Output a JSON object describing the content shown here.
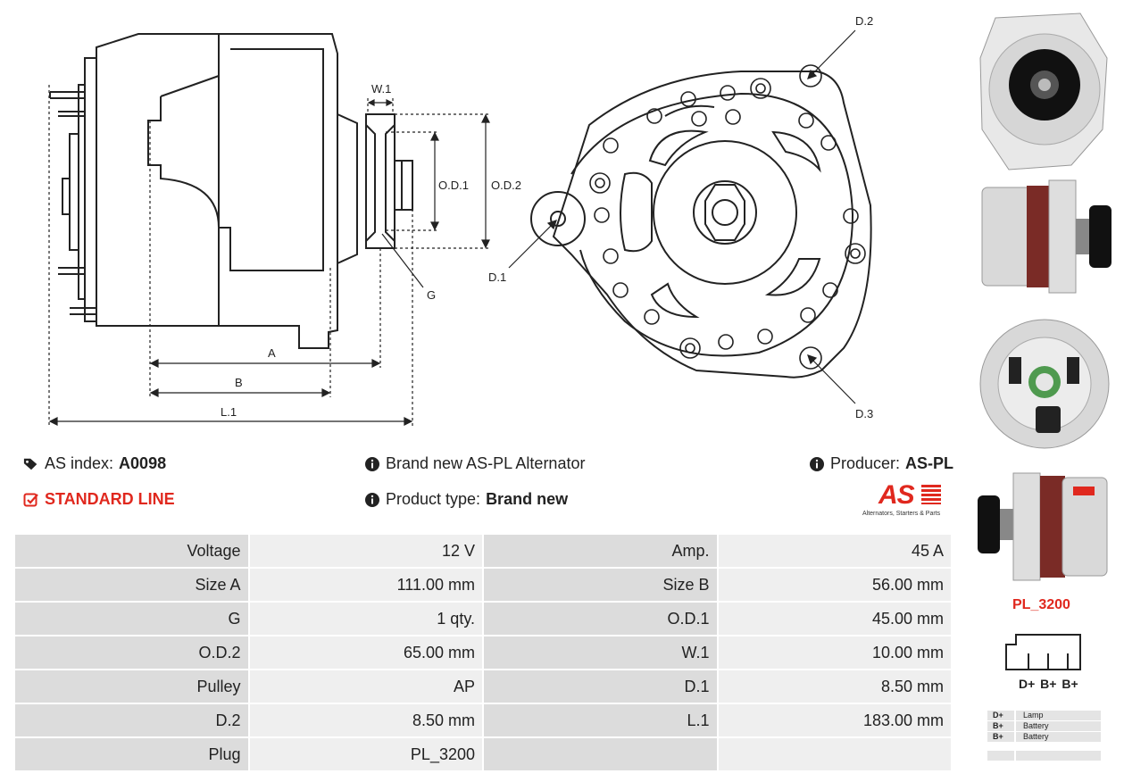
{
  "diagram_labels": {
    "w1": "W.1",
    "od1": "O.D.1",
    "od2": "O.D.2",
    "g": "G",
    "a": "A",
    "b": "B",
    "l1": "L.1",
    "d1": "D.1",
    "d2": "D.2",
    "d3": "D.3"
  },
  "info": {
    "as_index_label": "AS index:",
    "as_index_value": "A0098",
    "standard_line": "STANDARD LINE",
    "brand_new_text": "Brand new AS-PL Alternator",
    "product_type_label": "Product type:",
    "product_type_value": "Brand new",
    "producer_label": "Producer:",
    "producer_value": "AS-PL",
    "logo_text": "AS",
    "logo_tagline": "Alternators, Starters & Parts"
  },
  "specs": [
    [
      "Voltage",
      "12 V",
      "Amp.",
      "45 A"
    ],
    [
      "Size A",
      "111.00 mm",
      "Size B",
      "56.00 mm"
    ],
    [
      "G",
      "1 qty.",
      "O.D.1",
      "45.00 mm"
    ],
    [
      "O.D.2",
      "65.00 mm",
      "W.1",
      "10.00 mm"
    ],
    [
      "Pulley",
      "AP",
      "D.1",
      "8.50 mm"
    ],
    [
      "D.2",
      "8.50 mm",
      "L.1",
      "183.00 mm"
    ],
    [
      "Plug",
      "PL_3200",
      "",
      ""
    ]
  ],
  "plug": {
    "code": "PL_3200",
    "pins_label": "D+ B+ B+",
    "legend": [
      {
        "pin": "D+",
        "desc": "Lamp"
      },
      {
        "pin": "B+",
        "desc": "Battery"
      },
      {
        "pin": "B+",
        "desc": "Battery"
      },
      {
        "pin": "",
        "desc": ""
      }
    ]
  },
  "colors": {
    "accent_red": "#e0281e",
    "key_cell": "#dcdcdc",
    "value_cell": "#efefef"
  }
}
